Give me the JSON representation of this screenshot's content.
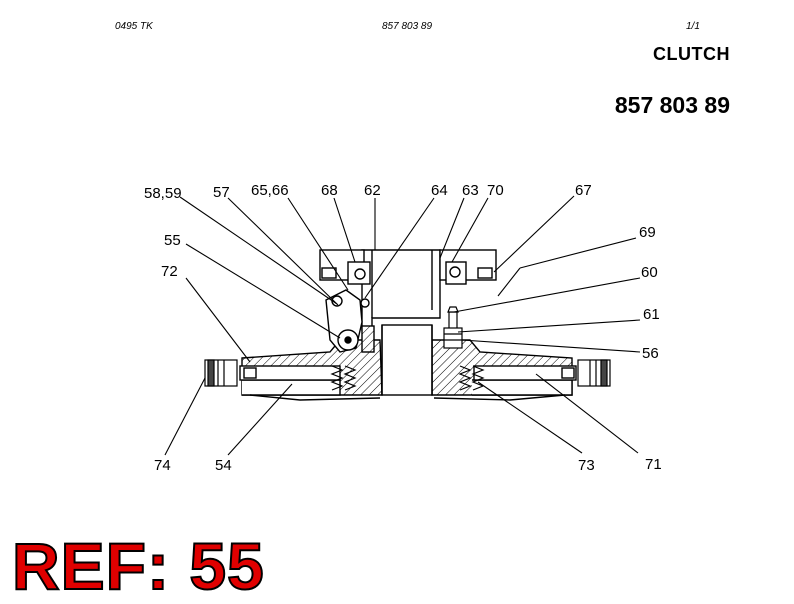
{
  "header": {
    "left": "0495  TK",
    "center": "857 803 89",
    "right": "1/1"
  },
  "title": "CLUTCH",
  "part_number": "857 803 89",
  "callouts": {
    "c5859": "58,59",
    "c57": "57",
    "c6566": "65,66",
    "c68": "68",
    "c62": "62",
    "c64": "64",
    "c63": "63",
    "c70": "70",
    "c67": "67",
    "c55": "55",
    "c69": "69",
    "c72": "72",
    "c60": "60",
    "c61": "61",
    "c56": "56",
    "c74": "74",
    "c54": "54",
    "c73": "73",
    "c71": "71"
  },
  "reference": "REF: 55"
}
